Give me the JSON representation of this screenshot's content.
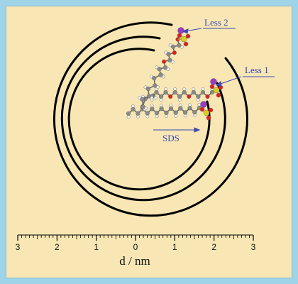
{
  "labels": {
    "less2": "Less 2",
    "less1": "Less 1",
    "sds": "SDS"
  },
  "axis": {
    "label": "d / nm",
    "ticks": [
      "3",
      "2",
      "1",
      "0",
      "1",
      "2",
      "3"
    ]
  },
  "colors": {
    "background": "#f8e7b4",
    "border": "#9fd3e8",
    "label": "#3e47b3",
    "ring": "#000000",
    "oxygen": "#e0201b",
    "sulfur": "#d8d020",
    "sodium": "#9a3cc0",
    "carbon": "#8a8a8a",
    "hydrogen": "#f2f2f2"
  }
}
